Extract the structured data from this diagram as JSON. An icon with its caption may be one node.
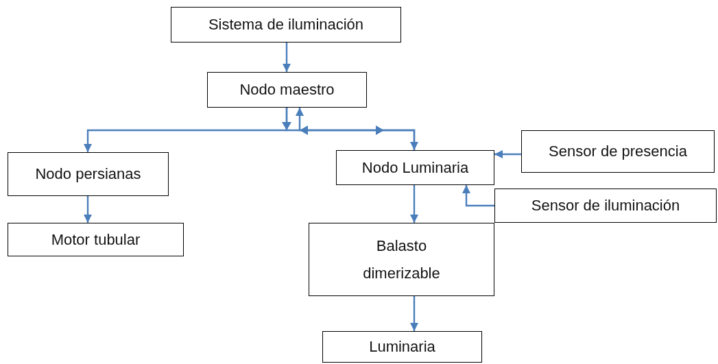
{
  "diagram": {
    "nodes": [
      {
        "text": [
          "Sistema de iluminación"
        ]
      },
      {
        "text": [
          "Nodo maestro"
        ]
      },
      {
        "text": [
          "Nodo persianas"
        ]
      },
      {
        "text": [
          "Motor tubular"
        ]
      },
      {
        "text": [
          "Nodo Luminaria"
        ]
      },
      {
        "text": [
          "Sensor de presencia"
        ]
      },
      {
        "text": [
          "Sensor de iluminación"
        ]
      },
      {
        "text": [
          "Balasto dimerizable"
        ]
      },
      {
        "text": [
          "Luminaria"
        ]
      }
    ],
    "edges": [
      {
        "from": 0,
        "to": 1,
        "arrow": "to"
      },
      {
        "from": 1,
        "to": 2,
        "arrow": "to"
      },
      {
        "from": 1,
        "to": 4,
        "arrow": "to"
      },
      {
        "from": 4,
        "to": 1,
        "arrow": "to"
      },
      {
        "from": 2,
        "to": 3,
        "arrow": "to"
      },
      {
        "from": 5,
        "to": 4,
        "arrow": "to"
      },
      {
        "from": 6,
        "to": 4,
        "arrow": "to"
      },
      {
        "from": 4,
        "to": 7,
        "arrow": "to"
      },
      {
        "from": 7,
        "to": 8,
        "arrow": "to"
      }
    ]
  }
}
